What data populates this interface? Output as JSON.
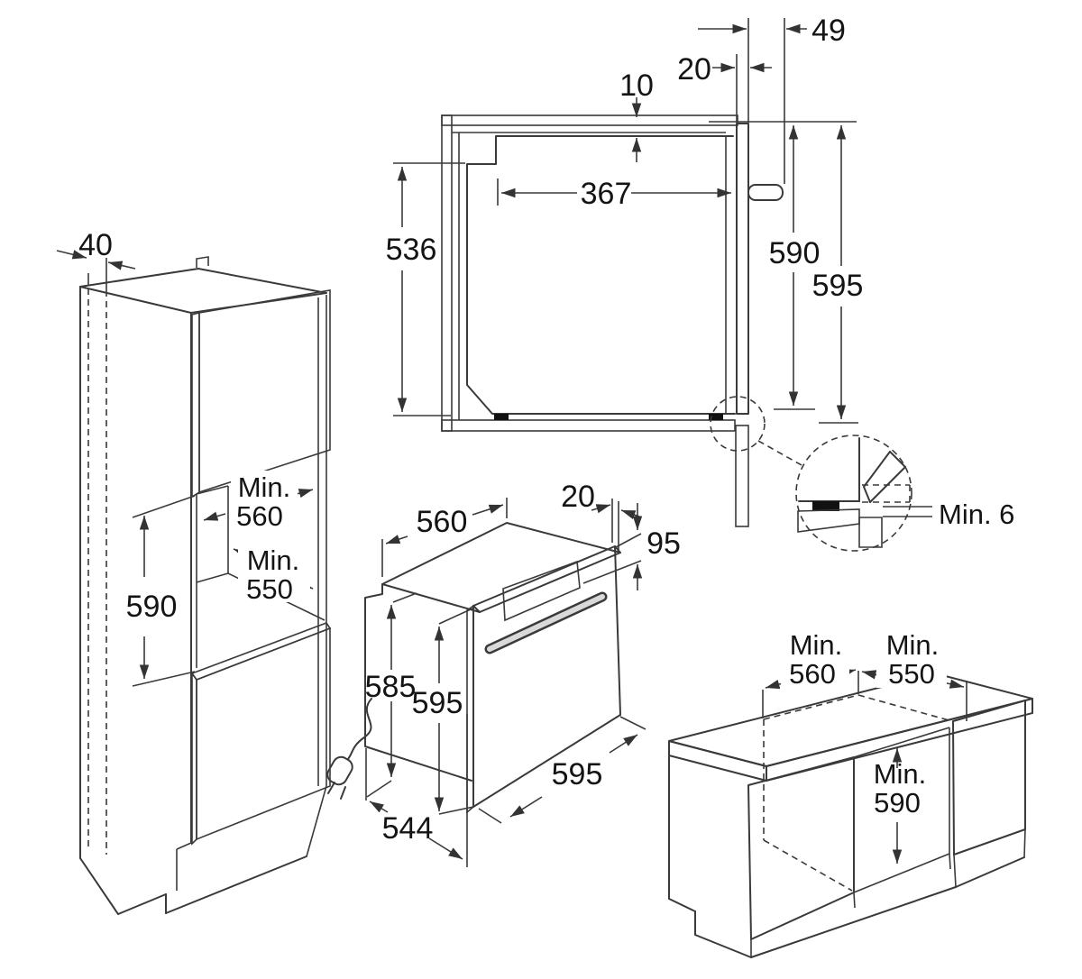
{
  "cross_section": {
    "top_gap": "10",
    "handle_protrusion": "49",
    "door_protrusion": "20",
    "interior_depth": "367",
    "interior_height": "536",
    "niche_height": "590",
    "overall_height": "595",
    "door_clearance": "Min. 6"
  },
  "tall_cabinet": {
    "rear_clearance": "40",
    "opening_height": "590",
    "opening_width": {
      "prefix": "Min.",
      "value": "560"
    },
    "opening_depth": {
      "prefix": "Min.",
      "value": "550"
    }
  },
  "oven": {
    "body_depth": "560",
    "door_thickness": "20",
    "control_panel_height": "95",
    "body_height": "585",
    "door_height": "595",
    "door_width": "595",
    "body_width": "544"
  },
  "base_cabinet": {
    "niche_depth": {
      "prefix": "Min.",
      "value": "560"
    },
    "worktop_depth": {
      "prefix": "Min.",
      "value": "550"
    },
    "niche_height": {
      "prefix": "Min.",
      "value": "590"
    }
  }
}
